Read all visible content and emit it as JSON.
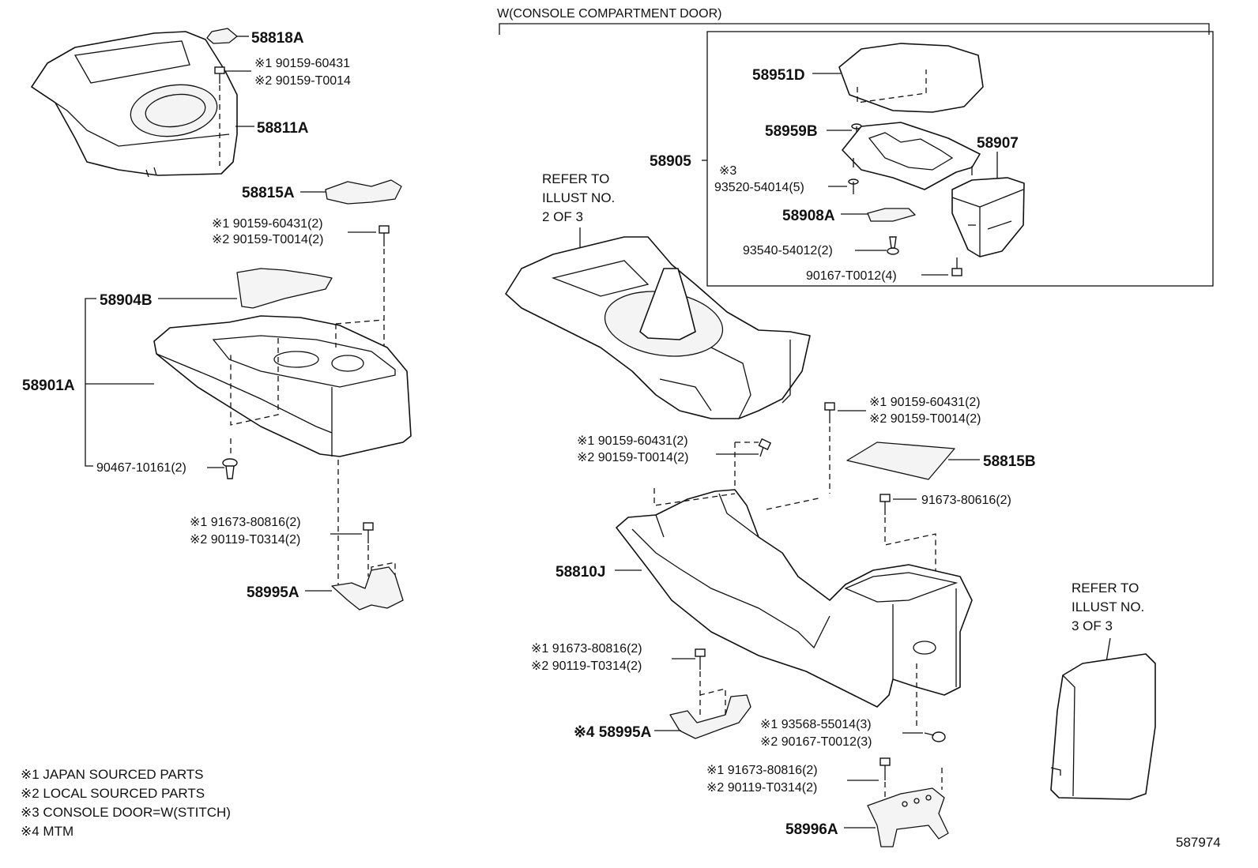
{
  "header": {
    "title": "W(CONSOLE COMPARTMENT DOOR)"
  },
  "refs": {
    "ref2": [
      "REFER TO",
      "ILLUST NO.",
      "2 OF 3"
    ],
    "ref3": [
      "REFER TO",
      "ILLUST NO.",
      "3 OF 3"
    ]
  },
  "left": {
    "p58818A": "58818A",
    "p58811A": "58811A",
    "p58815A": "58815A",
    "p58904B": "58904B",
    "p58901A": "58901A",
    "p58995A": "58995A",
    "bolt1": {
      "a": "※1 90159-60431",
      "b": "※2 90159-T0014"
    },
    "bolt2": {
      "a": "※1 90159-60431(2)",
      "b": "※2 90159-T0014(2)"
    },
    "clip": "90467-10161(2)",
    "bolt3": {
      "a": "※1 91673-80816(2)",
      "b": "※2 90119-T0314(2)"
    }
  },
  "right": {
    "p58951D": "58951D",
    "p58959B": "58959B",
    "p58907": "58907",
    "p58905": "58905",
    "screw": {
      "mark": "※3",
      "num": "93520-54014(5)"
    },
    "p58908A": "58908A",
    "screw2": "93540-54012(2)",
    "bolt4": "90167-T0012(4)",
    "bolt5": {
      "a": "※1 90159-60431(2)",
      "b": "※2 90159-T0014(2)"
    },
    "bolt6": {
      "a": "※1 90159-60431(2)",
      "b": "※2 90159-T0014(2)"
    },
    "p58815B": "58815B",
    "bolt7": "91673-80616(2)",
    "p58810J": "58810J",
    "bolt8": {
      "a": "※1 91673-80816(2)",
      "b": "※2 90119-T0314(2)"
    },
    "p58995A": "※4 58995A",
    "bolt9": {
      "a": "※1 93568-55014(3)",
      "b": "※2 90167-T0012(3)"
    },
    "bolt10": {
      "a": "※1 91673-80816(2)",
      "b": "※2 90119-T0314(2)"
    },
    "p58996A": "58996A"
  },
  "legend": [
    "※1 JAPAN SOURCED PARTS",
    "※2 LOCAL SOURCED PARTS",
    "※3 CONSOLE DOOR=W(STITCH)",
    "※4 MTM"
  ],
  "figure_id": "587974"
}
